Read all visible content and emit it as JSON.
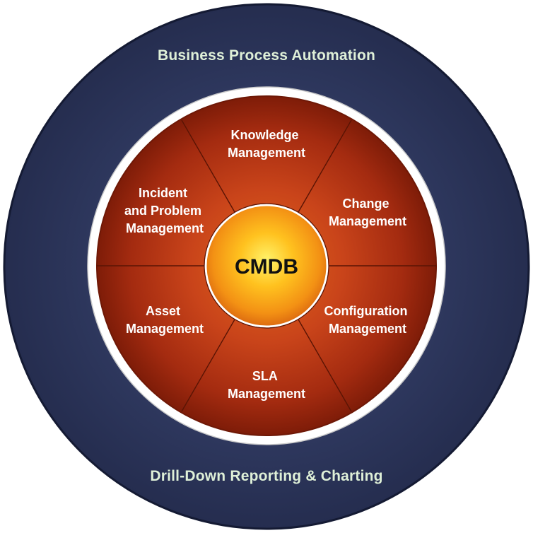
{
  "outer_ring": {
    "top_label": "Business Process Automation",
    "bottom_label": "Drill-Down Reporting & Charting"
  },
  "center": {
    "label": "CMDB"
  },
  "segments": [
    {
      "id": "knowledge",
      "lines": [
        "Knowledge",
        "Management"
      ]
    },
    {
      "id": "change",
      "lines": [
        "Change",
        "Management"
      ]
    },
    {
      "id": "configuration",
      "lines": [
        "Configuration",
        "Management"
      ]
    },
    {
      "id": "sla",
      "lines": [
        "SLA",
        "Management"
      ]
    },
    {
      "id": "asset",
      "lines": [
        "Asset",
        "Management"
      ]
    },
    {
      "id": "incident",
      "lines": [
        "Incident",
        "and Problem",
        "Management"
      ]
    }
  ],
  "colors": {
    "outer_ring": "#2c3559",
    "outer_ring_edge": "#141a33",
    "outer_text": "#dff0d8",
    "segment_text": "#ffffff",
    "center_text": "#111111",
    "divider": "#5a1404",
    "white_ring": "#ffffff"
  }
}
